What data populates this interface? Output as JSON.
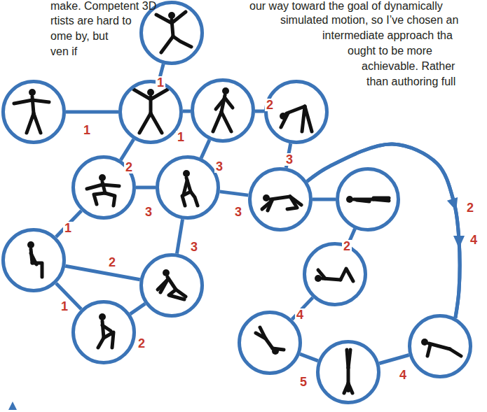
{
  "diagram": {
    "nodes": [
      {
        "text": []
      },
      {
        "text": []
      },
      {
        "text": []
      },
      {
        "text": []
      },
      {
        "text": []
      },
      {
        "text": []
      },
      {
        "text": []
      },
      {
        "text": []
      },
      {
        "text": []
      },
      {
        "text": []
      },
      {
        "text": []
      },
      {
        "text": []
      },
      {
        "text": []
      },
      {
        "text": []
      },
      {
        "text": []
      },
      {
        "text": []
      }
    ],
    "edges": [
      {
        "from": 0,
        "to": 2,
        "arrow": "none",
        "label": "1"
      },
      {
        "from": 1,
        "to": 2,
        "arrow": "none",
        "label": "1"
      },
      {
        "from": 2,
        "to": 3,
        "arrow": "none",
        "label": "1"
      },
      {
        "from": 3,
        "to": 4,
        "arrow": "none",
        "label": "2"
      },
      {
        "from": 2,
        "to": 5,
        "arrow": "none",
        "label": "2"
      },
      {
        "from": 3,
        "to": 6,
        "arrow": "none",
        "label": "3"
      },
      {
        "from": 4,
        "to": 7,
        "arrow": "none",
        "label": "3"
      },
      {
        "from": 5,
        "to": 6,
        "arrow": "none",
        "label": "3"
      },
      {
        "from": 6,
        "to": 7,
        "arrow": "none",
        "label": "3"
      },
      {
        "from": 7,
        "to": 8,
        "arrow": "none"
      },
      {
        "from": 5,
        "to": 9,
        "arrow": "none",
        "label": "1"
      },
      {
        "from": 6,
        "to": 10,
        "arrow": "none",
        "label": "3"
      },
      {
        "from": 9,
        "to": 10,
        "arrow": "none",
        "label": "2"
      },
      {
        "from": 9,
        "to": 11,
        "arrow": "none",
        "label": "1"
      },
      {
        "from": 10,
        "to": 11,
        "arrow": "none",
        "label": "2"
      },
      {
        "from": 8,
        "to": 12,
        "arrow": "none",
        "label": "2"
      },
      {
        "from": 12,
        "to": 13,
        "arrow": "none",
        "label": "4"
      },
      {
        "from": 13,
        "to": 14,
        "arrow": "none",
        "label": "5"
      },
      {
        "from": 14,
        "to": 15,
        "arrow": "none",
        "label": "4"
      },
      {
        "from": 7,
        "to": 15,
        "arrow": "to",
        "label": "2"
      },
      {
        "from": 7,
        "to": 15,
        "arrow": "to",
        "label": "4"
      }
    ],
    "labels": [
      "make. Competent 3D",
      "rtists are hard to",
      "ome by, but",
      "ven if",
      "our way toward the goal of dynamically",
      "simulated motion, so I’ve chosen an",
      "intermediate approach tha",
      "ought to be more",
      "achievable. Rather",
      "than authoring full"
    ]
  }
}
